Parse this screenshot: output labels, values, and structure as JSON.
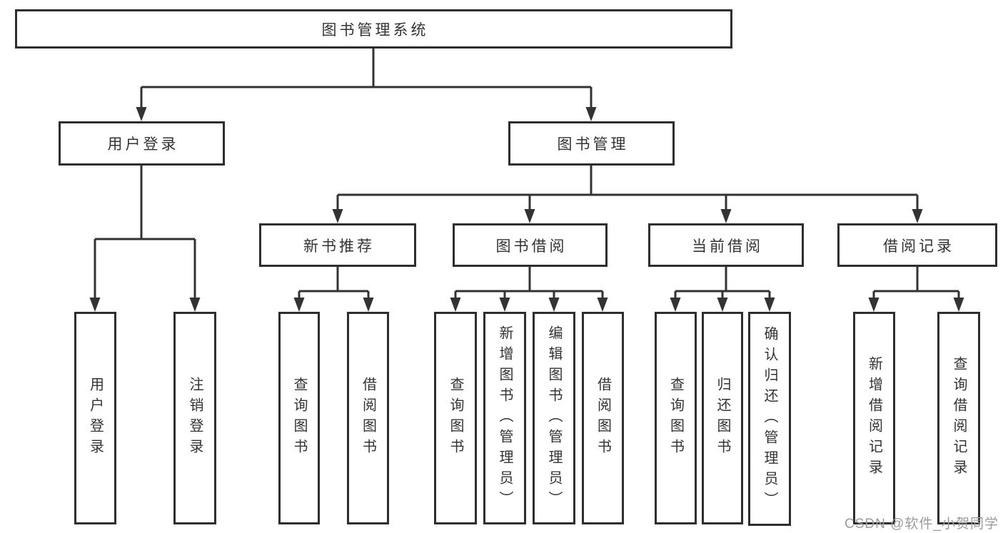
{
  "tree": {
    "label": "图书管理系统",
    "children": [
      {
        "label": "用户登录",
        "children": [
          {
            "label": "用户登录"
          },
          {
            "label": "注销登录"
          }
        ]
      },
      {
        "label": "图书管理",
        "children": [
          {
            "label": "新书推荐",
            "children": [
              {
                "label": "查询图书"
              },
              {
                "label": "借阅图书"
              }
            ]
          },
          {
            "label": "图书借阅",
            "children": [
              {
                "label": "查询图书"
              },
              {
                "label": "新增图书（管理员）"
              },
              {
                "label": "编辑图书（管理员）"
              },
              {
                "label": "借阅图书"
              }
            ]
          },
          {
            "label": "当前借阅",
            "children": [
              {
                "label": "查询图书"
              },
              {
                "label": "归还图书"
              },
              {
                "label": "确认归还（管理员）"
              }
            ]
          },
          {
            "label": "借阅记录",
            "children": [
              {
                "label": "新增借阅记录"
              },
              {
                "label": "查询借阅记录"
              }
            ]
          }
        ]
      }
    ]
  },
  "watermark": {
    "text": "CSDN @软件_小贺同学"
  },
  "colors": {
    "line": "#333333",
    "box_border": "#2e2e2e",
    "text": "#333333",
    "watermark": "#9b9b9b",
    "background": "#ffffff"
  }
}
